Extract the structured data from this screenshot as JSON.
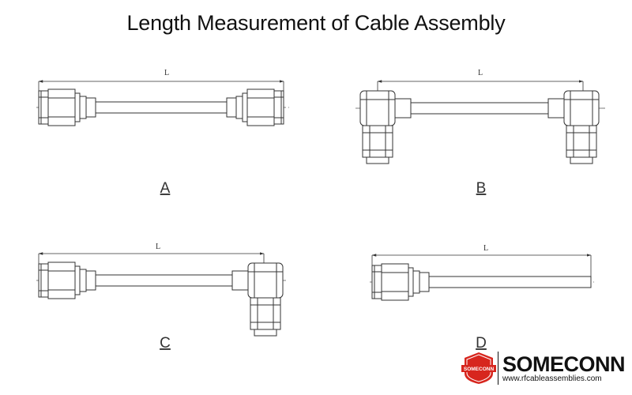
{
  "title": "Length Measurement of Cable Assembly",
  "dimension_label": "L",
  "diagrams": [
    {
      "caption": "A",
      "left_connector": "straight",
      "right_connector": "straight"
    },
    {
      "caption": "B",
      "left_connector": "right-angle",
      "right_connector": "right-angle"
    },
    {
      "caption": "C",
      "left_connector": "straight",
      "right_connector": "right-angle"
    },
    {
      "caption": "D",
      "left_connector": "straight",
      "right_connector": "none"
    }
  ],
  "brand": {
    "name": "SOMECONN",
    "logo_text": "SOMECONN",
    "url": "www.rfcableassemblies.com",
    "accent_color": "#d7261e"
  }
}
